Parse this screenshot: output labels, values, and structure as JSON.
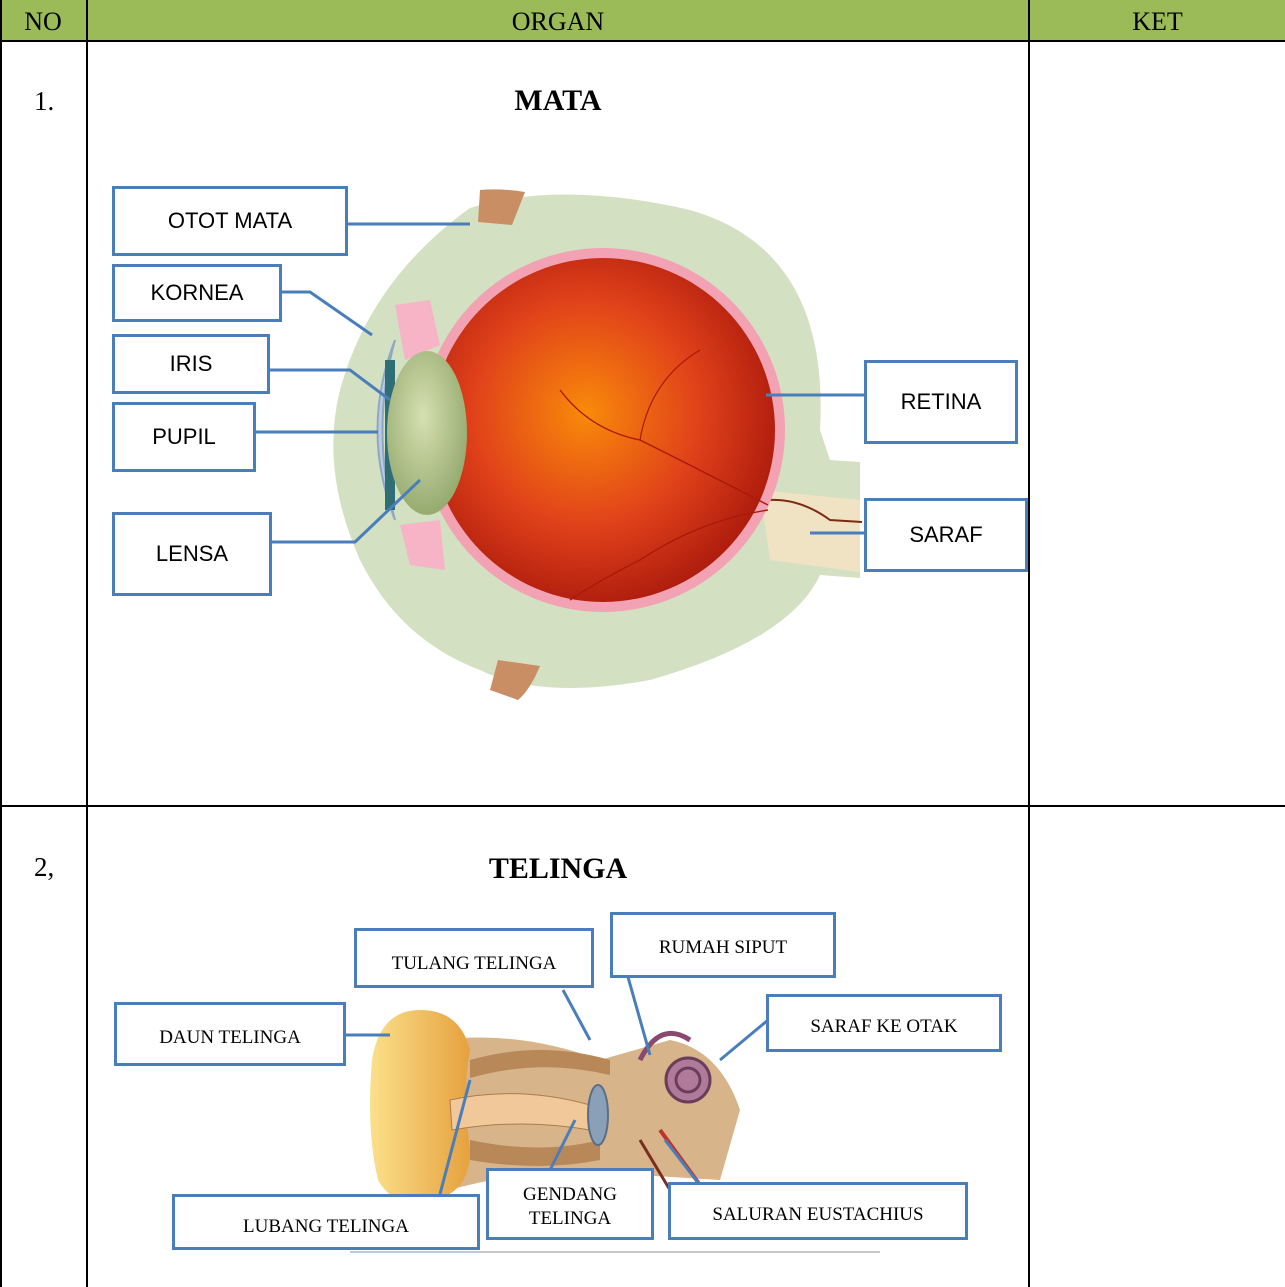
{
  "header": {
    "no": "NO",
    "organ": "ORGAN",
    "ket": "KET"
  },
  "rows": [
    {
      "no": "1.",
      "title": "MATA",
      "labels": {
        "otot_mata": "OTOT MATA",
        "kornea": "KORNEA",
        "iris": "IRIS",
        "pupil": "PUPIL",
        "lensa": "LENSA",
        "retina": "RETINA",
        "saraf": "SARAF"
      }
    },
    {
      "no": "2,",
      "title": "TELINGA",
      "labels": {
        "tulang_telinga": "TULANG TELINGA",
        "rumah_siput": "RUMAH SIPUT",
        "daun_telinga": "DAUN TELINGA",
        "saraf_ke_otak": "SARAF KE OTAK",
        "gendang_telinga_1": "GENDANG",
        "gendang_telinga_2": "TELINGA",
        "saluran_eustachius": "SALURAN EUSTACHIUS",
        "lubang_telinga": "LUBANG TELINGA"
      }
    }
  ],
  "colors": {
    "header_bg": "#9bbb59",
    "label_border": "#4a7ebb",
    "eyeball": "#d62a10",
    "ear": "#f2b04a"
  }
}
